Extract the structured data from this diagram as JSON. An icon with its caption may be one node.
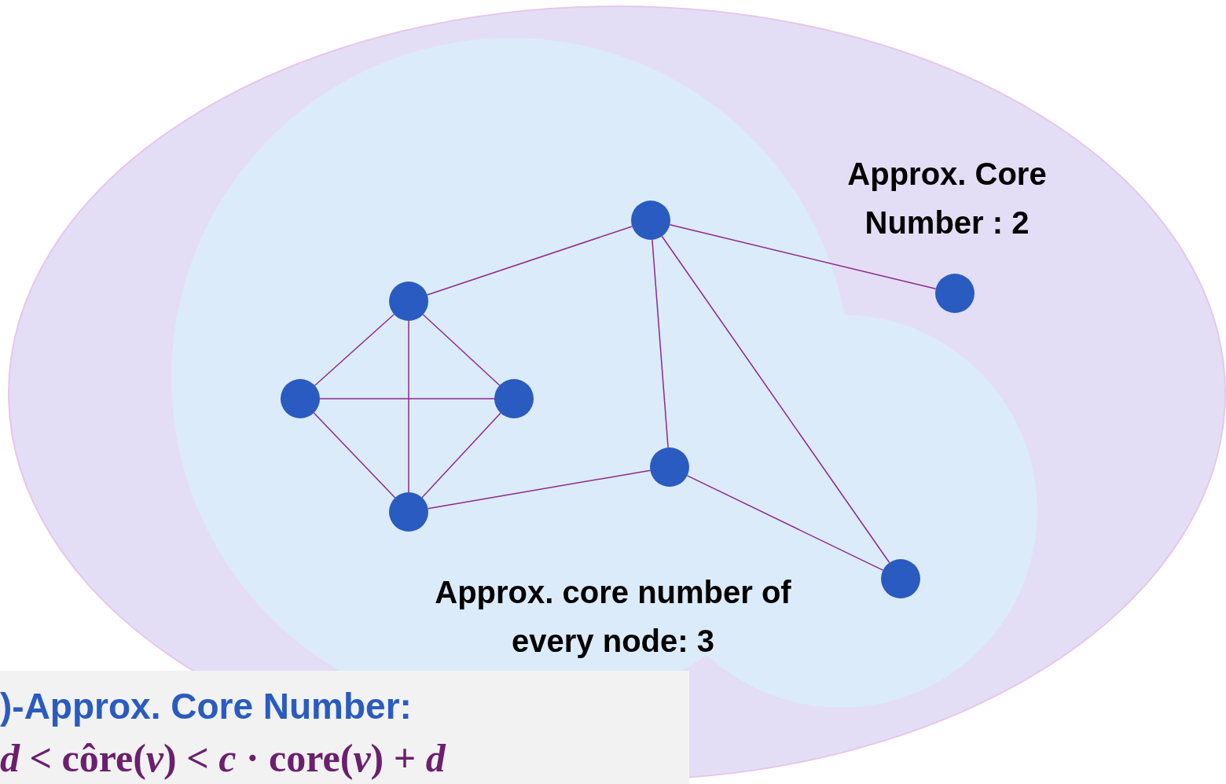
{
  "diagram": {
    "nodes": [
      {
        "text": [
          "Approx. Core Number : 2"
        ]
      },
      {
        "text": [
          "Approx. core number of every node: 3"
        ],
        "in": 0
      },
      {
        "text": [],
        "shape": "circle",
        "in": 1
      },
      {
        "text": [],
        "shape": "circle",
        "in": 0
      },
      {
        "text": [],
        "shape": "circle",
        "in": 1
      },
      {
        "text": [],
        "shape": "circle",
        "in": 1
      },
      {
        "text": [],
        "shape": "circle",
        "in": 1
      },
      {
        "text": [],
        "shape": "circle",
        "in": 1
      },
      {
        "text": [],
        "shape": "circle",
        "in": 1
      },
      {
        "text": [],
        "shape": "circle",
        "in": 1
      },
      {
        "text": [
          ")-Approx. Core Number:",
          "*d* < côre(*v*) < *c* · core(*v*) + *d*"
        ]
      }
    ],
    "edges": [
      {
        "from": 2,
        "to": 3,
        "arrow": "none"
      },
      {
        "from": 2,
        "to": 4,
        "arrow": "none"
      },
      {
        "from": 2,
        "to": 7,
        "arrow": "none"
      },
      {
        "from": 2,
        "to": 9,
        "arrow": "none"
      },
      {
        "from": 4,
        "to": 5,
        "arrow": "none"
      },
      {
        "from": 4,
        "to": 6,
        "arrow": "none"
      },
      {
        "from": 4,
        "to": 8,
        "arrow": "none"
      },
      {
        "from": 5,
        "to": 6,
        "arrow": "none"
      },
      {
        "from": 5,
        "to": 8,
        "arrow": "none"
      },
      {
        "from": 6,
        "to": 8,
        "arrow": "none"
      },
      {
        "from": 8,
        "to": 7,
        "arrow": "none"
      },
      {
        "from": 7,
        "to": 9,
        "arrow": "none"
      }
    ]
  }
}
